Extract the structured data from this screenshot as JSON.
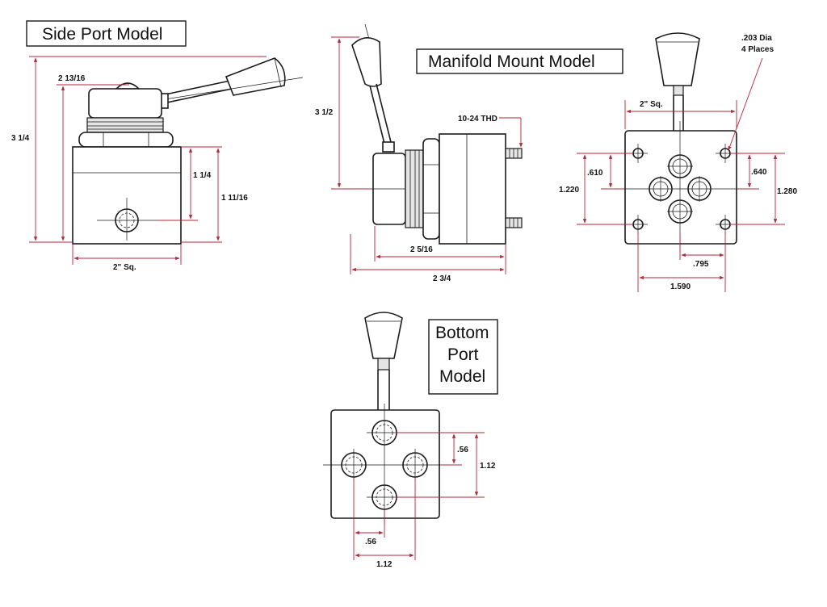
{
  "colors": {
    "dimension": "#b0263a",
    "line": "#1a1a1a",
    "background": "#ffffff"
  },
  "titles": {
    "side_port": "Side Port Model",
    "manifold": "Manifold Mount Model",
    "bottom_1": "Bottom",
    "bottom_2": "Port",
    "bottom_3": "Model"
  },
  "side_port": {
    "overall_height": "3 1/4",
    "body_height": "2  13/16",
    "port_height": "1 1/4",
    "block_height": "1 11/16",
    "width": "2\" Sq."
  },
  "manifold_side": {
    "lever_height": "3 1/2",
    "thread": "10-24 THD",
    "length_a": "2 5/16",
    "length_b": "2 3/4"
  },
  "manifold_top": {
    "square": "2\" Sq.",
    "hole_note_1": ".203 Dia",
    "hole_note_2": "4 Places",
    "d610": ".610",
    "d1220": "1.220",
    "d640": ".640",
    "d1280": "1.280",
    "d795": ".795",
    "d1590": "1.590"
  },
  "bottom_port": {
    "v056": ".56",
    "v112": "1.12",
    "h056": ".56",
    "h112": "1.12"
  }
}
